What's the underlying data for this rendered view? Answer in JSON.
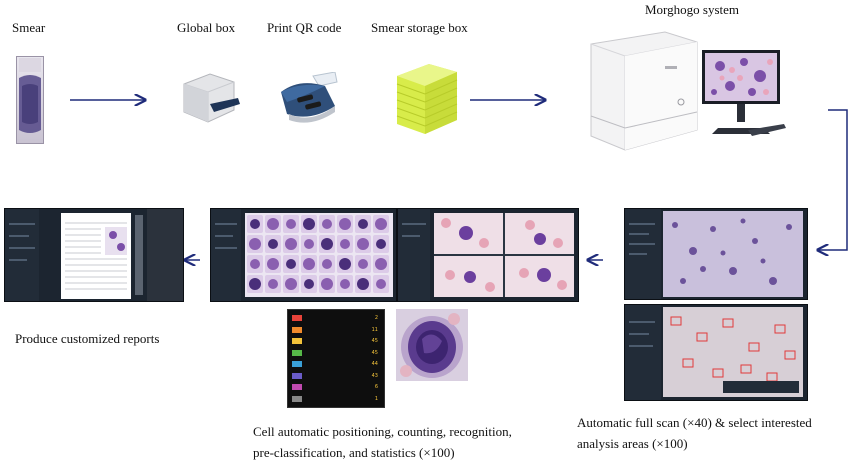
{
  "stages": {
    "smear": "Smear",
    "global_box": "Global box",
    "print_qr": "Print QR code",
    "storage_box": "Smear storage box",
    "system": "Morghogo system"
  },
  "steps": {
    "scan_line1": "Automatic full scan (×40) & select interested",
    "scan_line2": "analysis  areas (×100)",
    "cell_line1": "Cell automatic positioning, counting, recognition,",
    "cell_line2": "pre-classification, and statistics (×100)",
    "report": "Produce customized reports"
  },
  "colors": {
    "arrow": "#1f2b7a",
    "cell": "#8a5fb0",
    "cell_dark": "#4a2f7a",
    "rbc": "#e2a7b8",
    "slide_green": "#d8ec4a"
  },
  "icons": [
    "slide",
    "global-box",
    "qr-printer",
    "storage-box",
    "system-analyzer",
    "monitor"
  ],
  "stats_values": [
    "2",
    "11",
    "45",
    "45",
    "44",
    "43",
    "6",
    "1"
  ],
  "stat_colors": [
    "#e8433a",
    "#f08a2c",
    "#f2c23a",
    "#56b848",
    "#3aa0d8",
    "#6a5cc8",
    "#c04ab0",
    "#888888"
  ]
}
